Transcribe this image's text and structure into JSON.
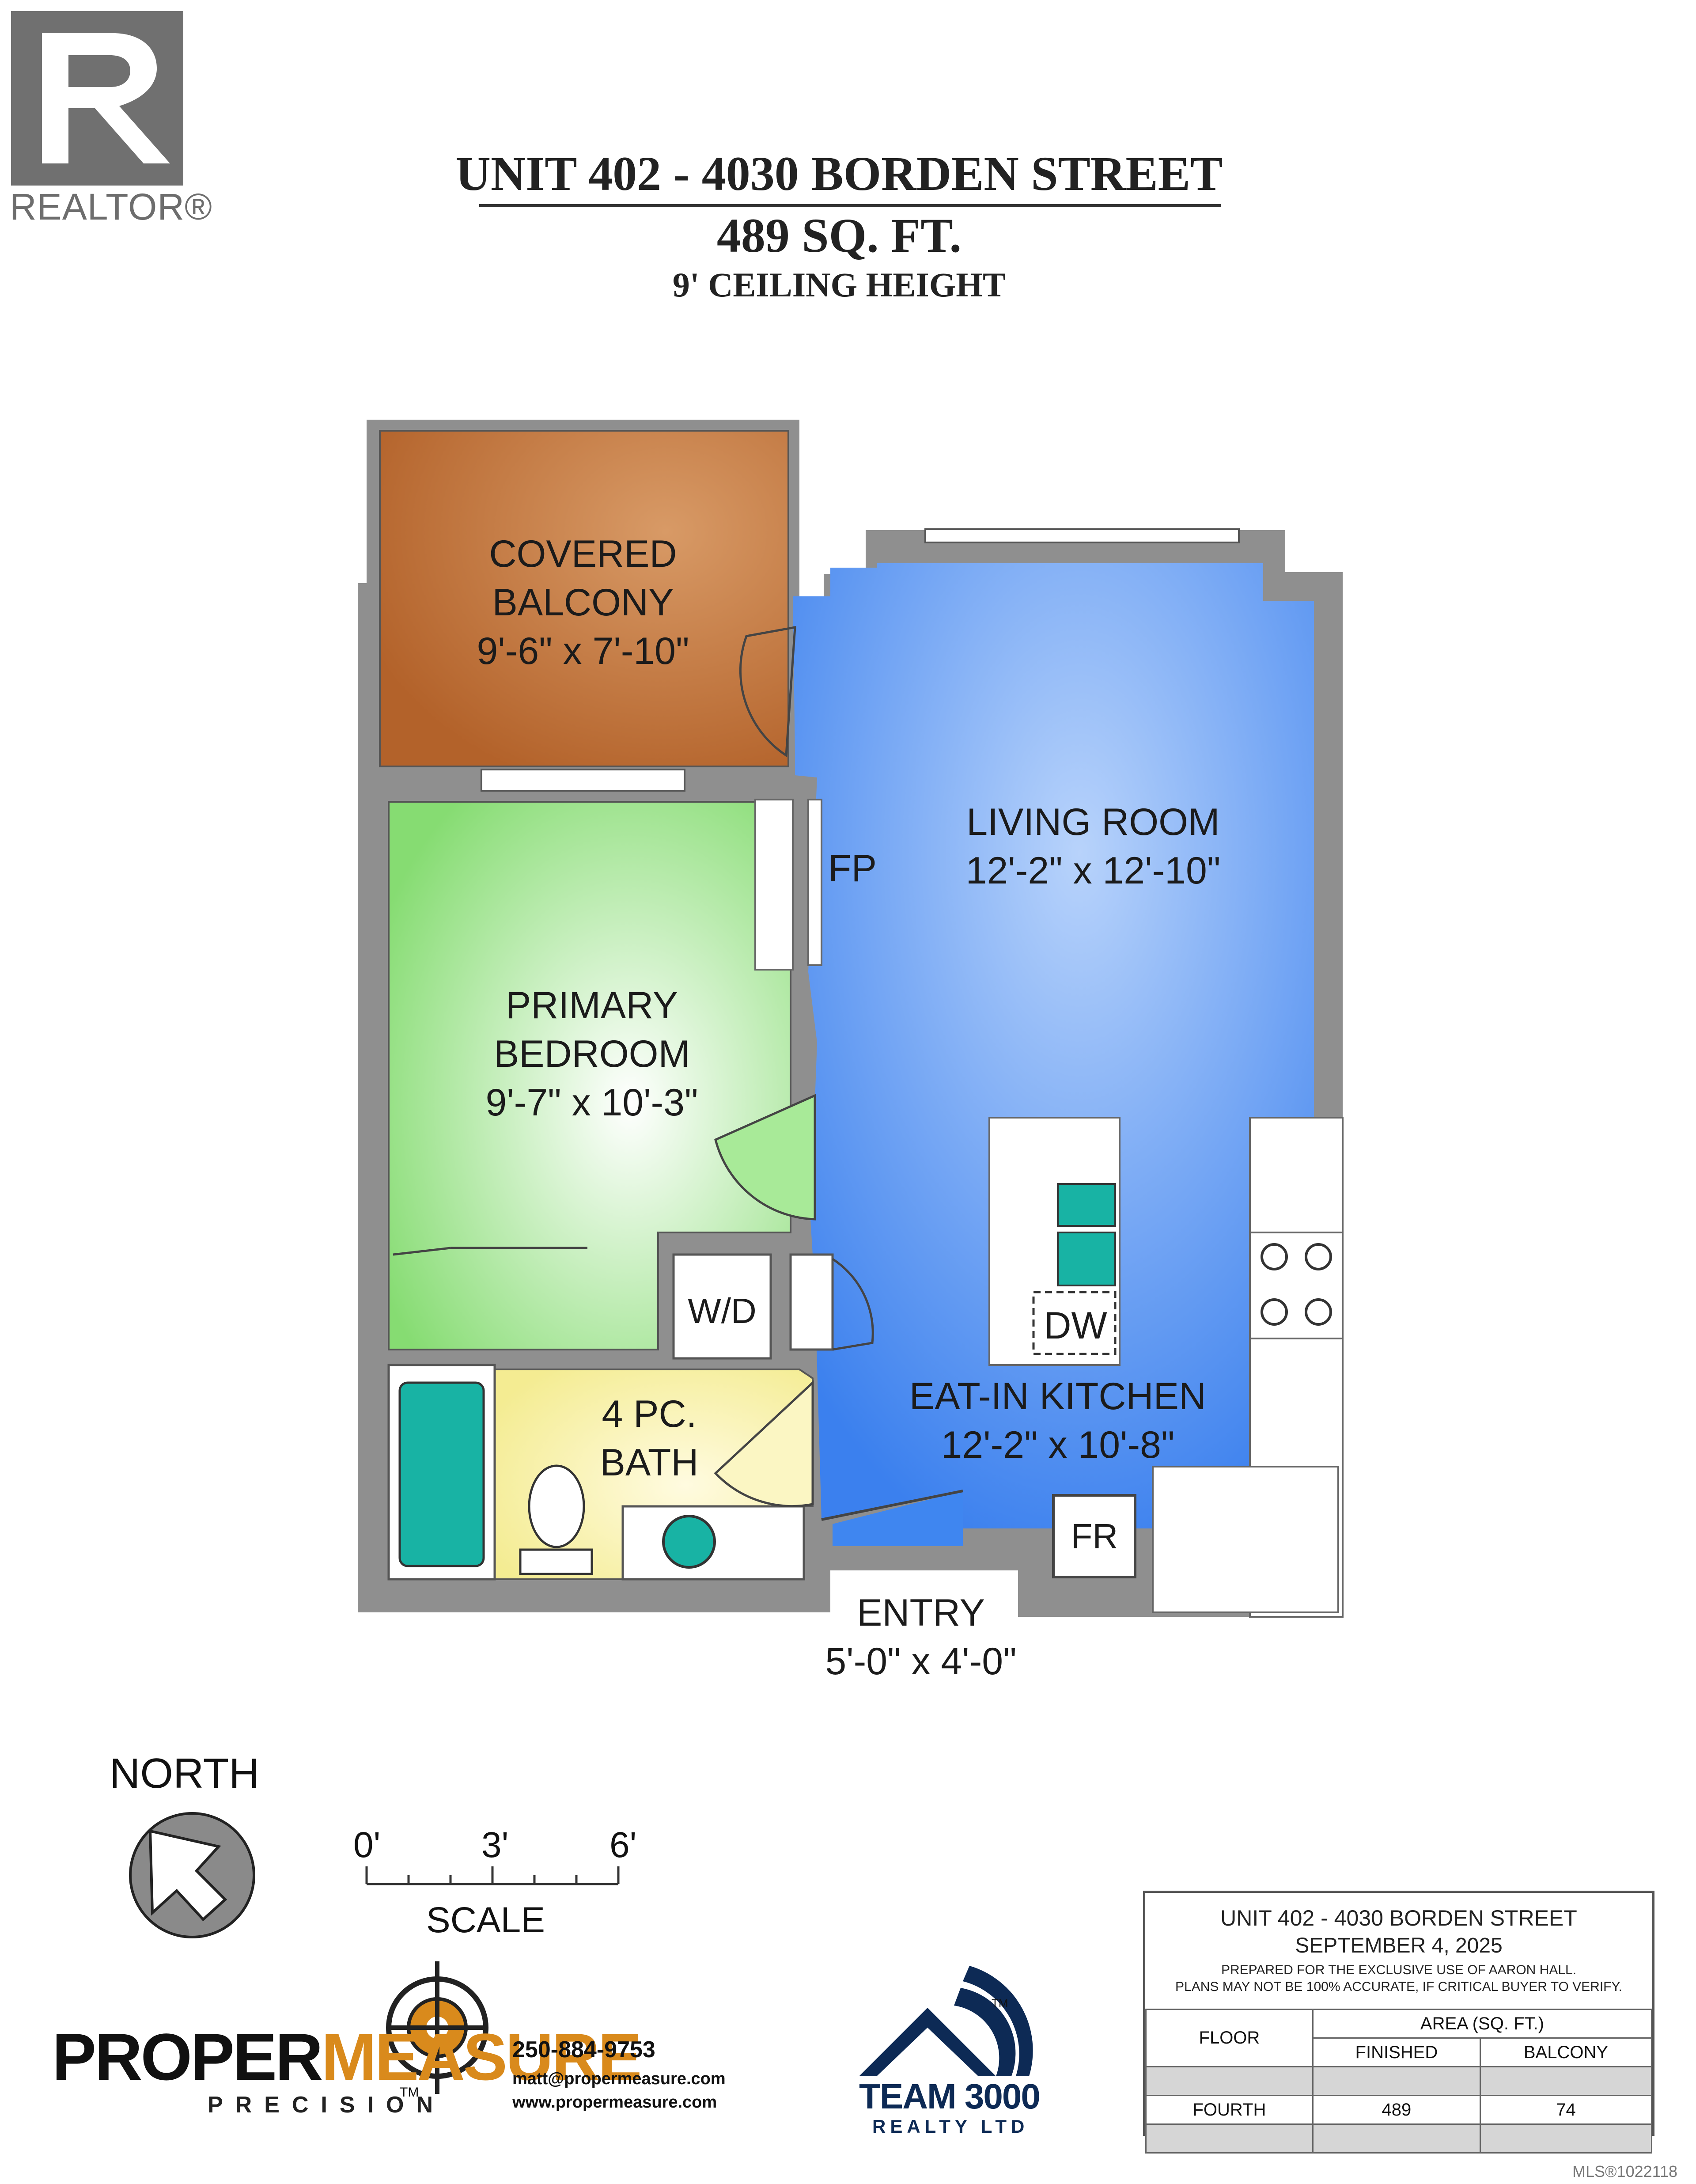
{
  "header": {
    "title": "UNIT 402 - 4030 BORDEN STREET",
    "area": "489 SQ. FT.",
    "ceiling": "9' CEILING HEIGHT"
  },
  "realtor": {
    "wordmark": "REALTOR®"
  },
  "rooms": {
    "balcony": {
      "name_1": "COVERED",
      "name_2": "BALCONY",
      "dims": "9'-6\" x 7'-10\""
    },
    "living": {
      "name": "LIVING ROOM",
      "dims": "12'-2\" x 12'-10\""
    },
    "fireplace": "FP",
    "bedroom": {
      "name_1": "PRIMARY",
      "name_2": "BEDROOM",
      "dims": "9'-7\" x 10'-3\""
    },
    "laundry": "W/D",
    "dishwasher": "DW",
    "kitchen": {
      "name": "EAT-IN KITCHEN",
      "dims": "12'-2\" x 10'-8\""
    },
    "bath": {
      "name_1": "4 PC.",
      "name_2": "BATH"
    },
    "fridge": "FR",
    "entry": {
      "name": "ENTRY",
      "dims": "5'-0\" x 4'-0\""
    }
  },
  "colors": {
    "wall": "#8f8f8f",
    "balcony": "#b8682c",
    "living": "#3f86f0",
    "bedroom": "#8ee07a",
    "bath": "#f6ef9e",
    "fixture": "#18b3a4"
  },
  "legend": {
    "north": "NORTH",
    "scale_label": "SCALE",
    "scale_ticks": [
      "0'",
      "3'",
      "6'"
    ]
  },
  "company": {
    "brand_a": "PROPER",
    "brand_b": "MEASURE",
    "tm": "TM",
    "precision": "PRECISION",
    "phone": "250-884-9753",
    "email": "matt@propermeasure.com",
    "web": "www.propermeasure.com",
    "team_name": "TEAM 3000",
    "team_sub": "REALTY LTD",
    "team_tm": "TM"
  },
  "info_box": {
    "title": "UNIT 402 - 4030 BORDEN STREET",
    "date": "SEPTEMBER 4, 2025",
    "note_1": "PREPARED FOR THE EXCLUSIVE USE OF AARON HALL.",
    "note_2": "PLANS MAY NOT BE 100% ACCURATE, IF CRITICAL BUYER TO VERIFY.",
    "col_floor": "FLOOR",
    "col_area": "AREA (SQ. FT.)",
    "col_finished": "FINISHED",
    "col_balcony": "BALCONY",
    "row_floor": "FOURTH",
    "row_finished": "489",
    "row_balcony": "74"
  },
  "mls": "MLS®1022118"
}
